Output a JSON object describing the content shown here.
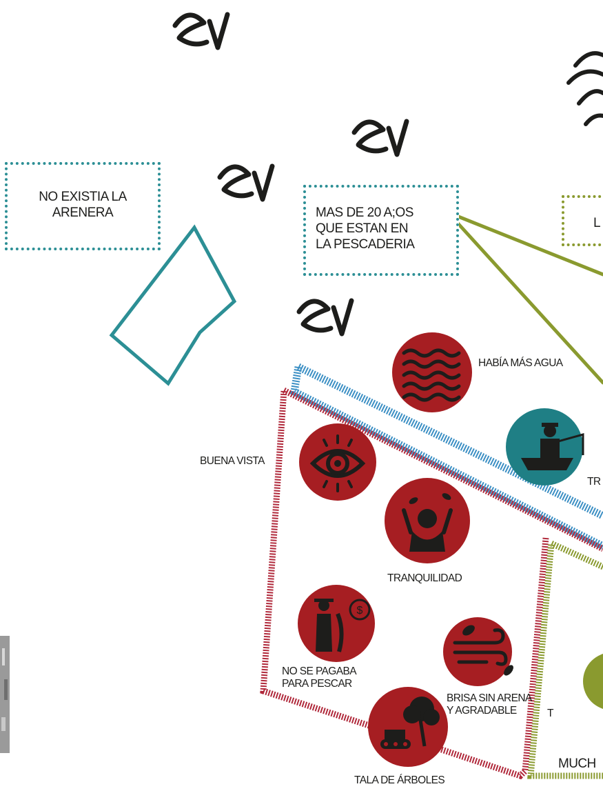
{
  "notes": {
    "arenera": "NO EXISTIA LA\nARENERA",
    "pescaderia": "MAS DE 20 A;OS\nQUE ESTAN EN\nLA PESCADERIA",
    "right_box": "L"
  },
  "icon_labels": {
    "water": "HABÍA MÁS AGUA",
    "view": "BUENA VISTA",
    "calm": "TRANQUILIDAD",
    "fishing_pay": "NO SE PAGABA\nPARA PESCAR",
    "breeze": "BRISA SIN ARENA\nY AGRADABLE",
    "breeze_suffix": "T",
    "trees": "TALA DE ÁRBOLES",
    "fisherman": "TR",
    "bottom_right": "MUCH"
  },
  "colors": {
    "red": "#a61e22",
    "teal": "#1f7f85",
    "teal_line": "#2c8f95",
    "olive": "#8a9a2f",
    "blue": "#3b8fc4",
    "crimson": "#b0283a"
  }
}
